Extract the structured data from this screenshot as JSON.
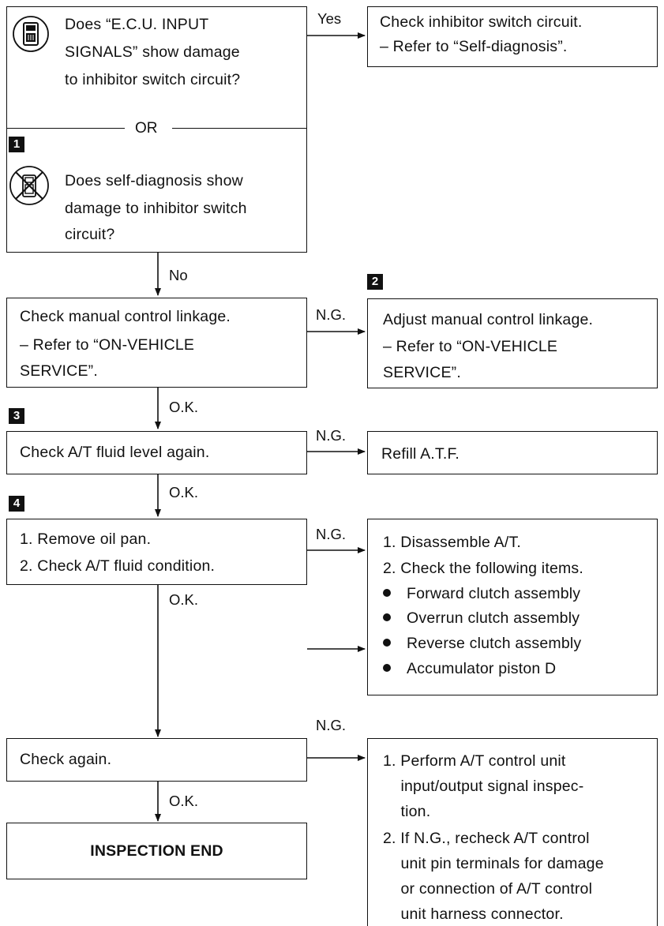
{
  "start_box": {
    "question1": [
      "Does “E.C.U. INPUT",
      "SIGNALS” show damage",
      "to inhibitor switch circuit?"
    ],
    "or_label": "OR",
    "step_number": "1",
    "question2": [
      "Does self-diagnosis show",
      "damage to inhibitor switch",
      "circuit?"
    ],
    "icon1": "consult-tester-icon",
    "icon2": "no-tester-crossed-icon"
  },
  "yes_branch": {
    "label": "Yes",
    "lines": [
      "Check inhibitor switch circuit.",
      "– Refer to “Self-diagnosis”."
    ]
  },
  "no_label": "No",
  "linkage": {
    "lines": [
      "Check manual control linkage.",
      "– Refer to “ON-VEHICLE",
      "SERVICE”."
    ],
    "ng_label": "N.G.",
    "ok_label": "O.K."
  },
  "adjust": {
    "step_number": "2",
    "lines": [
      "Adjust manual control linkage.",
      "– Refer to “ON-VEHICLE",
      "SERVICE”."
    ]
  },
  "fluid_level": {
    "step_number": "3",
    "text": "Check A/T fluid level again.",
    "ng_label": "N.G.",
    "ok_label": "O.K."
  },
  "refill": {
    "text": "Refill A.T.F."
  },
  "oil_pan": {
    "step_number": "4",
    "lines": [
      "1. Remove oil pan.",
      "2. Check A/T fluid condition."
    ],
    "ng_label": "N.G.",
    "ok_label": "O.K."
  },
  "disassemble": {
    "lines": [
      "1. Disassemble A/T.",
      "2. Check the following items."
    ],
    "bullets": [
      "Forward clutch assembly",
      "Overrun clutch assembly",
      "Reverse clutch assembly",
      "Accumulator piston D"
    ]
  },
  "check_again": {
    "text": "Check again.",
    "ng_label": "N.G.",
    "ok_label": "O.K."
  },
  "end_box": {
    "text": "INSPECTION END"
  },
  "perform": {
    "lines": [
      "1. Perform A/T control unit",
      "    input/output signal inspec-",
      "    tion.",
      "2. If N.G., recheck A/T control",
      "    unit pin terminals for damage",
      "    or connection of A/T control",
      "    unit harness connector."
    ]
  }
}
